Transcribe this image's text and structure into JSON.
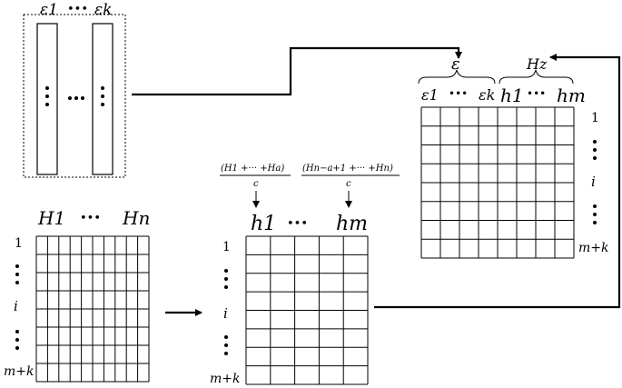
{
  "epsilon_box": {
    "label_first": "ε1",
    "label_dots": "•••",
    "label_last": "εk"
  },
  "matrix_H": {
    "col_first": "H1",
    "col_dots": "•••",
    "col_last": "Hn",
    "row_first": "1",
    "row_mid": "i",
    "row_last": "m+k",
    "rows": 8,
    "cols": 10
  },
  "matrix_h": {
    "formula_first": "(H1 +··· +Ha)",
    "formula_first_den": "c",
    "formula_last": "(Hn−a+1 +··· +Hn)",
    "formula_last_den": "c",
    "col_first": "h1",
    "col_dots": "•••",
    "col_last": "hm",
    "row_first": "1",
    "row_mid": "i",
    "row_last": "m+k",
    "rows": 8,
    "cols": 5
  },
  "matrix_result": {
    "brace_left_label": "ε",
    "brace_right_label": "Hz",
    "col_eps_first": "ε1",
    "col_eps_dots": "•••",
    "col_eps_last": "εk",
    "col_h_first": "h1",
    "col_h_dots": "•••",
    "col_h_last": "hm",
    "row_first": "1",
    "row_mid": "i",
    "row_last": "m+k",
    "rows": 8,
    "cols": 8
  }
}
